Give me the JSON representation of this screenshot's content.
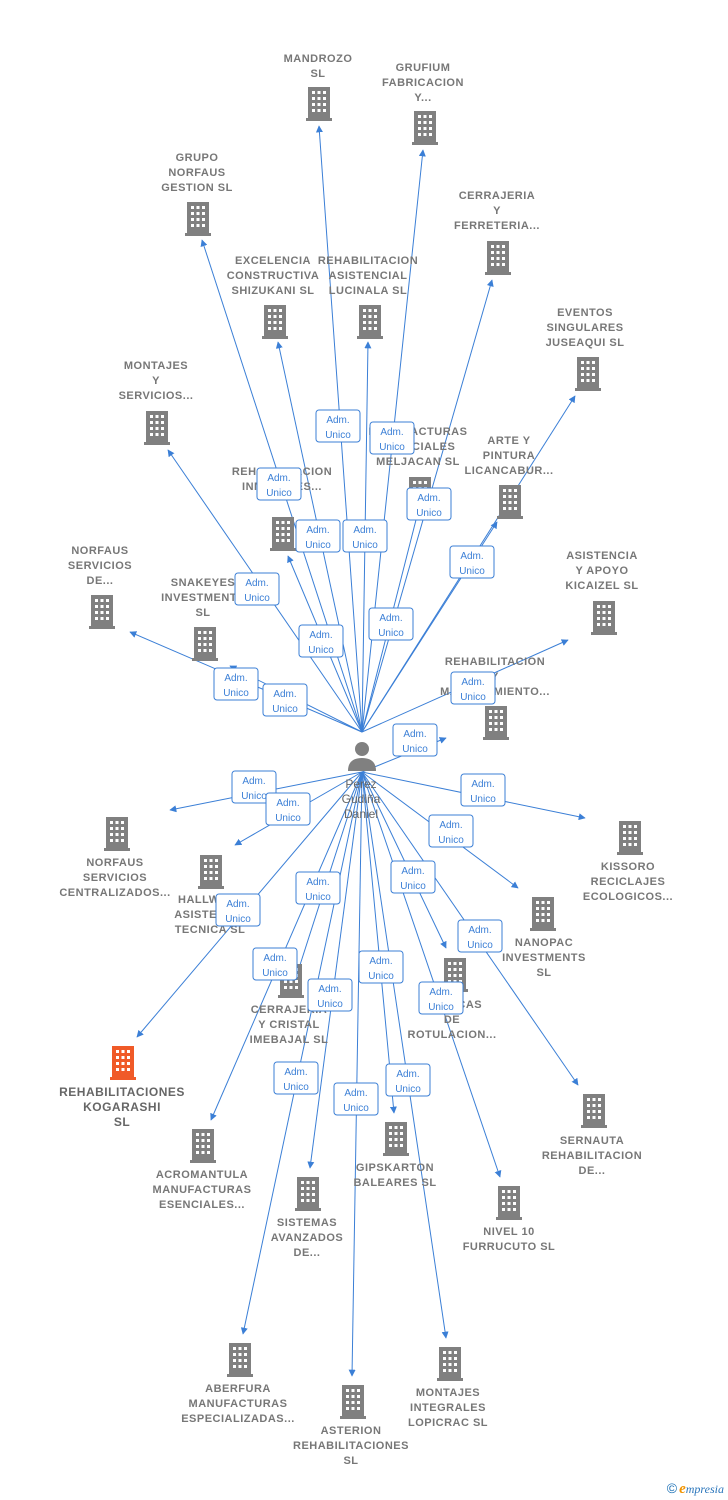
{
  "center": {
    "name_lines": [
      "Perez",
      "Gudiña",
      "Daniel"
    ]
  },
  "role_label_lines": [
    "Adm.",
    "Unico"
  ],
  "colors": {
    "edge": "#3b7fd6",
    "building": "#808080",
    "highlight": "#f05a28",
    "badge_border": "#3b7fd6",
    "badge_fill": "#ffffff"
  },
  "companies": [
    {
      "id": "mandrozo",
      "lines": [
        "MANDROZO",
        "SL"
      ]
    },
    {
      "id": "grufium",
      "lines": [
        "GRUFIUM",
        "FABRICACION",
        "Y..."
      ]
    },
    {
      "id": "grupo-norfaus",
      "lines": [
        "GRUPO",
        "NORFAUS",
        "GESTION  SL"
      ]
    },
    {
      "id": "cerrajeria-ferreteria",
      "lines": [
        "CERRAJERIA",
        "Y",
        "FERRETERIA..."
      ]
    },
    {
      "id": "excelencia",
      "lines": [
        "EXCELENCIA",
        "CONSTRUCTIVA",
        "SHIZUKANI  SL"
      ]
    },
    {
      "id": "rehab-asistencial",
      "lines": [
        "REHABILITACION",
        "ASISTENCIAL",
        "LUCINALA  SL"
      ]
    },
    {
      "id": "eventos",
      "lines": [
        "EVENTOS",
        "SINGULARES",
        "JUSEAQUI  SL"
      ]
    },
    {
      "id": "montajes-servicios",
      "lines": [
        "MONTAJES",
        "Y",
        "SERVICIOS..."
      ]
    },
    {
      "id": "manufacturas-meljacan",
      "lines": [
        "MANUFACTURAS",
        "ESPECIALES",
        "MELJACAN  SL"
      ]
    },
    {
      "id": "arte-pintura",
      "lines": [
        "ARTE Y",
        "PINTURA",
        "LICANCABUR..."
      ]
    },
    {
      "id": "rehab-inmuebles",
      "lines": [
        "REHABILITACION",
        "INMUEBLES..."
      ]
    },
    {
      "id": "norfaus-servicios-de",
      "lines": [
        "NORFAUS",
        "SERVICIOS",
        "DE..."
      ]
    },
    {
      "id": "asistencia-apoyo",
      "lines": [
        "ASISTENCIA",
        "Y APOYO",
        "KICAIZEL  SL"
      ]
    },
    {
      "id": "snakeyes",
      "lines": [
        "SNAKEYES",
        "INVESTMENTS",
        "SL"
      ]
    },
    {
      "id": "rehab-mantenimiento",
      "lines": [
        "REHABILITACION",
        "Y",
        "MANTENIMIENTO..."
      ]
    },
    {
      "id": "norfaus-centralizados",
      "lines": [
        "NORFAUS",
        "SERVICIOS",
        "CENTRALIZADOS..."
      ]
    },
    {
      "id": "kissoro",
      "lines": [
        "KISSORO",
        "RECICLAJES",
        "ECOLOGICOS..."
      ]
    },
    {
      "id": "hallwell",
      "lines": [
        "HALLWELL",
        "ASISTENCIA",
        "TECNICA  SL"
      ]
    },
    {
      "id": "nanopac",
      "lines": [
        "NANOPAC",
        "INVESTMENTS",
        "SL"
      ]
    },
    {
      "id": "cerrajeria-cristal",
      "lines": [
        "CERRAJERIA",
        "Y CRISTAL",
        "IMEBAJAL  SL"
      ]
    },
    {
      "id": "tecnicas-rotulacion",
      "lines": [
        "TECNICAS",
        "DE",
        "ROTULACION..."
      ]
    },
    {
      "id": "kogarashi",
      "lines": [
        "REHABILITACIONES",
        "KOGARASHI",
        "SL"
      ]
    },
    {
      "id": "sernauta",
      "lines": [
        "SERNAUTA",
        "REHABILITACION",
        "DE..."
      ]
    },
    {
      "id": "acromantula",
      "lines": [
        "ACROMANTULA",
        "MANUFACTURAS",
        "ESENCIALES..."
      ]
    },
    {
      "id": "gipskarton",
      "lines": [
        "GIPSKARTON",
        "BALEARES  SL"
      ]
    },
    {
      "id": "sistemas-avanzados",
      "lines": [
        "SISTEMAS",
        "AVANZADOS",
        "DE..."
      ]
    },
    {
      "id": "nivel10",
      "lines": [
        "NIVEL 10",
        "FURRUCUTO SL"
      ]
    },
    {
      "id": "aberfura",
      "lines": [
        "ABERFURA",
        "MANUFACTURAS",
        "ESPECIALIZADAS..."
      ]
    },
    {
      "id": "asterion",
      "lines": [
        "ASTERION",
        "REHABILITACIONES",
        "SL"
      ]
    },
    {
      "id": "montajes-integrales",
      "lines": [
        "MONTAJES",
        "INTEGRALES",
        "LOPICRAC  SL"
      ]
    }
  ],
  "footer": {
    "copyright": "©",
    "brand_first": "e",
    "brand_rest": "mpresia"
  }
}
